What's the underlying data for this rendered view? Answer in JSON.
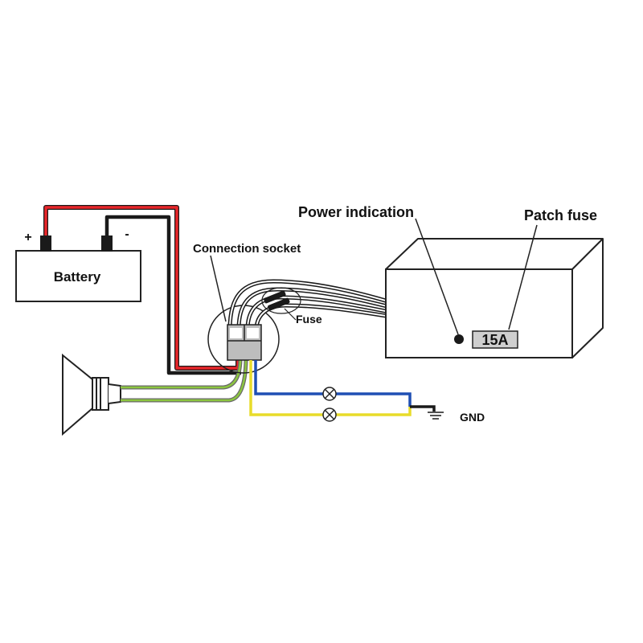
{
  "labels": {
    "battery": "Battery",
    "plus": "+",
    "minus": "-",
    "connection_socket": "Connection socket",
    "fuse": "Fuse",
    "power_indication": "Power indication",
    "patch_fuse": "Patch fuse",
    "fuse_rating": "15A",
    "gnd": "GND"
  },
  "colors": {
    "red_wire": "#e8262a",
    "black_wire": "#1a1a1a",
    "green_wire": "#8cc63f",
    "blue_wire": "#1f4fb4",
    "yellow_wire": "#e8dc2a",
    "fuse_label_bg": "#cfcfcf"
  },
  "icons": [
    "battery-icon",
    "speaker-horn-icon",
    "lamp-icon",
    "ground-icon"
  ]
}
